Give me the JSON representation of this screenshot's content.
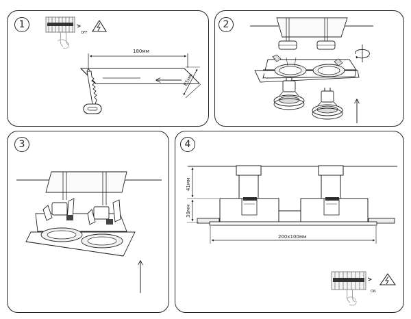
{
  "steps": [
    "1",
    "2",
    "3",
    "4"
  ],
  "panel1": {
    "width_label": "180мм",
    "depth_label": "85мм",
    "switch_label": "OFF"
  },
  "panel4": {
    "height_top_label": "41мм",
    "height_bottom_label": "30мм",
    "size_label": "200x100мм",
    "switch_label": "ON"
  },
  "colors": {
    "stroke": "#222222",
    "light_fill": "#f2f2f2",
    "mid_fill": "#dddddd"
  }
}
